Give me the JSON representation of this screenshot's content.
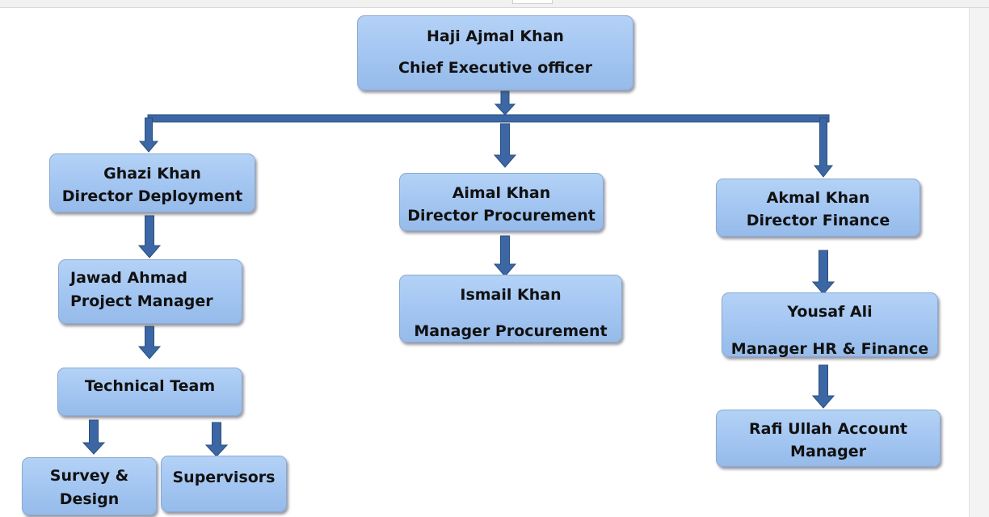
{
  "org_chart": {
    "ceo": {
      "name": "Haji Ajmal Khan",
      "title": "Chief Executive officer"
    },
    "deployment": {
      "name": "Ghazi Khan",
      "title": "Director Deployment"
    },
    "procurement": {
      "name": "Aimal Khan",
      "title": "Director Procurement"
    },
    "finance": {
      "name": "Akmal Khan",
      "title": "Director Finance"
    },
    "project_manager": {
      "name": "Jawad Ahmad",
      "title": "Project Manager"
    },
    "procurement_manager": {
      "name": "Ismail Khan",
      "title": "Manager Procurement"
    },
    "hr_finance_manager": {
      "name": "Yousaf  Ali",
      "title": "Manager HR & Finance"
    },
    "technical_team": {
      "label": "Technical Team"
    },
    "account_manager": {
      "line1": "Rafi Ullah Account",
      "line2": "Manager"
    },
    "survey_design": {
      "line1": "Survey &",
      "line2": "Design"
    },
    "supervisors": {
      "label": "Supervisors"
    }
  },
  "colors": {
    "box_fill": "#a5c7f2",
    "connector": "#3c67a4"
  }
}
